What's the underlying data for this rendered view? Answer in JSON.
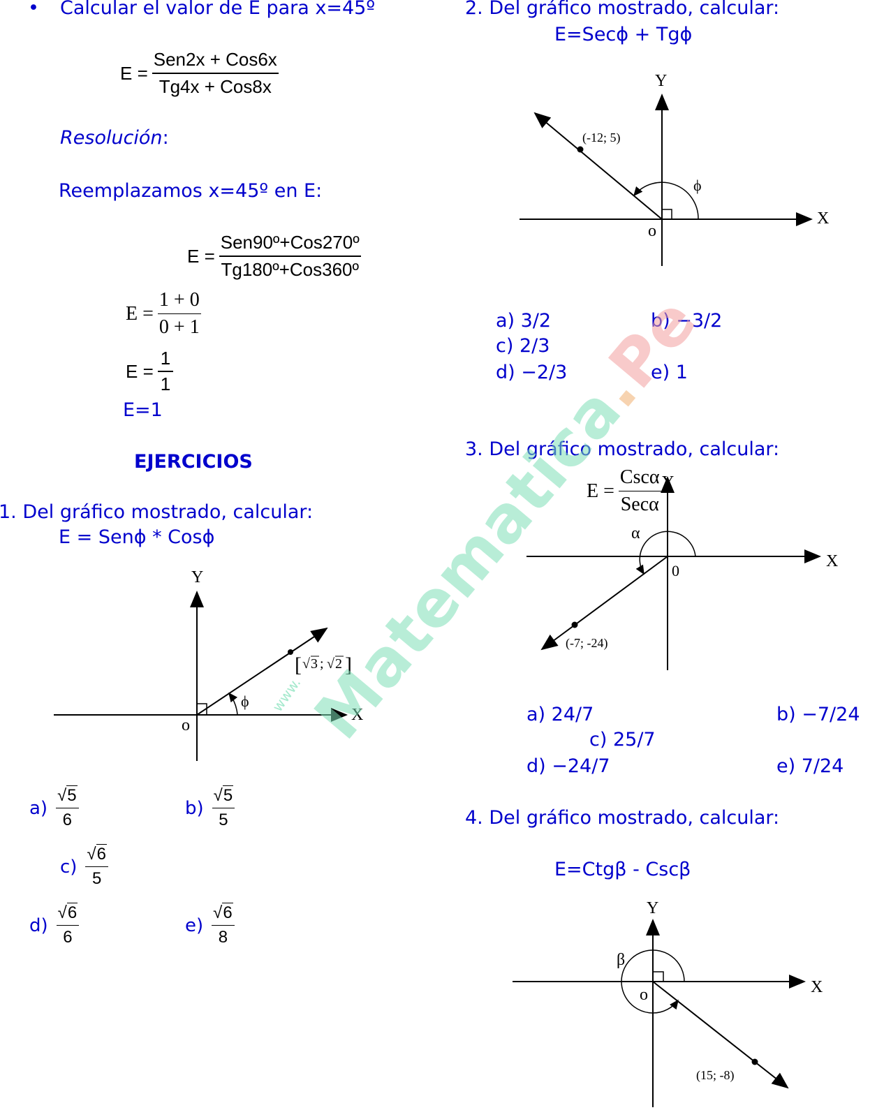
{
  "intro": {
    "bullet": "•",
    "title": "Calcular el valor de E para x=45º",
    "formula": {
      "lhs": "E =",
      "num": "Sen2x + Cos6x",
      "den": "Tg4x + Cos8x"
    },
    "resolucion_label": "Resolución",
    "resolucion_colon": ":",
    "replace_text": "Reemplazamos  x=45º en E:",
    "step1": {
      "lhs": "E =",
      "num": "Sen90º+Cos270º",
      "den": "Tg180º+Cos360º"
    },
    "step2": {
      "lhs": "E =",
      "num": "1 + 0",
      "den": "0 + 1"
    },
    "step3": {
      "lhs": "E =",
      "num": "1",
      "den": "1"
    },
    "result": "E=1"
  },
  "section_title": "EJERCICIOS",
  "ex1": {
    "title": "1.  Del gráfico mostrado, calcular:",
    "formula": "E = Senϕ * Cosϕ",
    "graph": {
      "y": "Y",
      "x": "X",
      "o": "o",
      "phi": "ϕ",
      "point_sqrt_a": "3",
      "point_sep": ";",
      "point_sqrt_b": "2"
    },
    "answers": [
      {
        "label": "a)",
        "num_sqrt": "5",
        "den": "6"
      },
      {
        "label": "b)",
        "num_sqrt": "5",
        "den": "5"
      },
      {
        "label": "c)",
        "num_sqrt": "6",
        "den": "5"
      },
      {
        "label": "d)",
        "num_sqrt": "6",
        "den": "6"
      },
      {
        "label": "e)",
        "num_sqrt": "6",
        "den": "8"
      }
    ]
  },
  "ex2": {
    "title": "2.  Del gráfico mostrado, calcular:",
    "formula": "E=Secϕ + Tgϕ",
    "graph": {
      "y": "Y",
      "x": "X",
      "o": "o",
      "phi": "ϕ",
      "point": "(-12; 5)"
    },
    "answers": [
      "a) 3/2",
      "b) −3/2",
      "c) 2/3",
      "d) −2/3",
      "e) 1"
    ]
  },
  "ex3": {
    "title": "3.  Del gráfico mostrado, calcular:",
    "formula": {
      "lhs": "E =",
      "num": "Cscα",
      "den": "Secα"
    },
    "graph": {
      "y": "Y",
      "x": "X",
      "o": "0",
      "alpha": "α",
      "point": "(-7; -24)"
    },
    "answers": [
      "a) 24/7",
      "b)  −7/24",
      "c) 25/7",
      "d) −24/7",
      "e) 7/24"
    ]
  },
  "ex4": {
    "title": "4.  Del gráfico mostrado, calcular:",
    "formula": "E=Ctgβ - Cscβ",
    "graph": {
      "y": "Y",
      "x": "X",
      "o": "o",
      "beta": "β",
      "point": "(15; -8)"
    }
  },
  "watermark": "Matematica.Pe",
  "watermark_small": "www.",
  "colors": {
    "text": "#0000cc",
    "ink": "#000000",
    "wm_a": "#7fe0b8",
    "wm_b": "#f1b070",
    "wm_c": "#f3a0a0"
  }
}
